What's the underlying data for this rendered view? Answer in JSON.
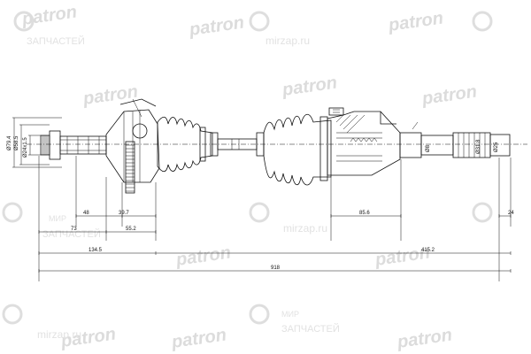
{
  "watermark": {
    "brand": "patron",
    "ru_top_left": "ЗАПЧАСТЕЙ",
    "site": "mirzap.ru",
    "mir": "МИР",
    "zapchastey": "ЗАПЧАСТЕЙ"
  },
  "dimensions": {
    "d_outer_left": "Ø79.4",
    "d_hub": "Ø58.5",
    "d_spline_left": "Ø24x1.5",
    "d_mid_1": "Ø8",
    "d_right_spline": "Ø31.8",
    "d_right_end": "Ø25",
    "len_48": "48",
    "len_39_7": "39.7",
    "len_73": "73",
    "len_55_2": "55.2",
    "len_134_5": "134.5",
    "len_85_6": "85.6",
    "len_24": "24",
    "len_415_2": "415.2",
    "len_total": "918"
  }
}
